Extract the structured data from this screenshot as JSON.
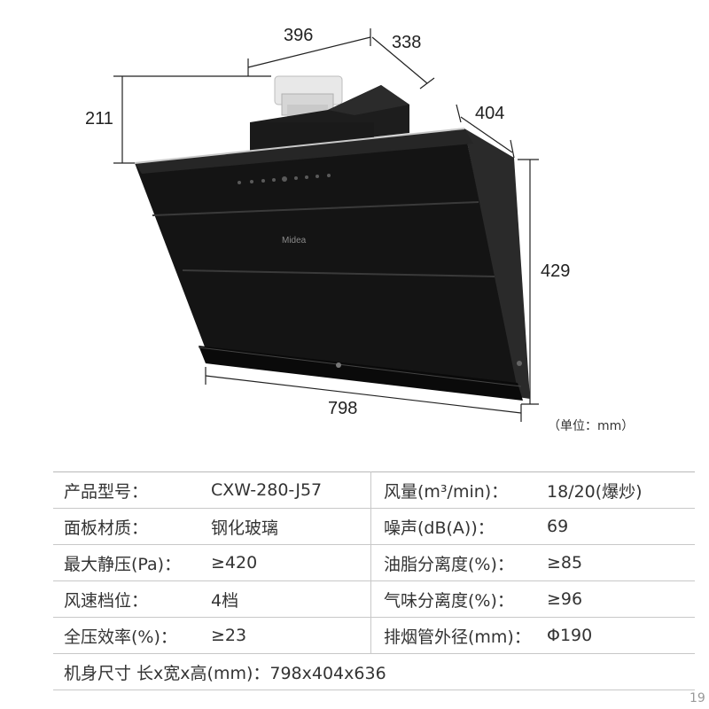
{
  "dimensions": {
    "top_width": "396",
    "top_depth": "338",
    "chimney_height": "211",
    "body_depth": "404",
    "body_height": "429",
    "body_width": "798"
  },
  "product": {
    "brand": "Midea",
    "finish_colors": {
      "glass": "#141414",
      "frame": "#0a0a0a",
      "chimney": "#e6e6e6"
    }
  },
  "unit_label": "（单位：mm）",
  "specs": [
    {
      "k1": "产品型号：",
      "v1": "CXW-280-J57",
      "k2": "风量(m³/min)：",
      "v2": "18/20(爆炒)"
    },
    {
      "k1": "面板材质：",
      "v1": "钢化玻璃",
      "k2": "噪声(dB(A))：",
      "v2": "69"
    },
    {
      "k1": "最大静压(Pa)：",
      "v1": "≥420",
      "k2": "油脂分离度(%)：",
      "v2": "≥85"
    },
    {
      "k1": "风速档位：",
      "v1": "4档",
      "k2": "气味分离度(%)：",
      "v2": "≥96"
    },
    {
      "k1": "全压效率(%)：",
      "v1": "≥23",
      "k2": "排烟管外径(mm)：",
      "v2": "Φ190"
    }
  ],
  "body_size": "机身尺寸 长x宽x高(mm)：798x404x636",
  "page_number": "19"
}
